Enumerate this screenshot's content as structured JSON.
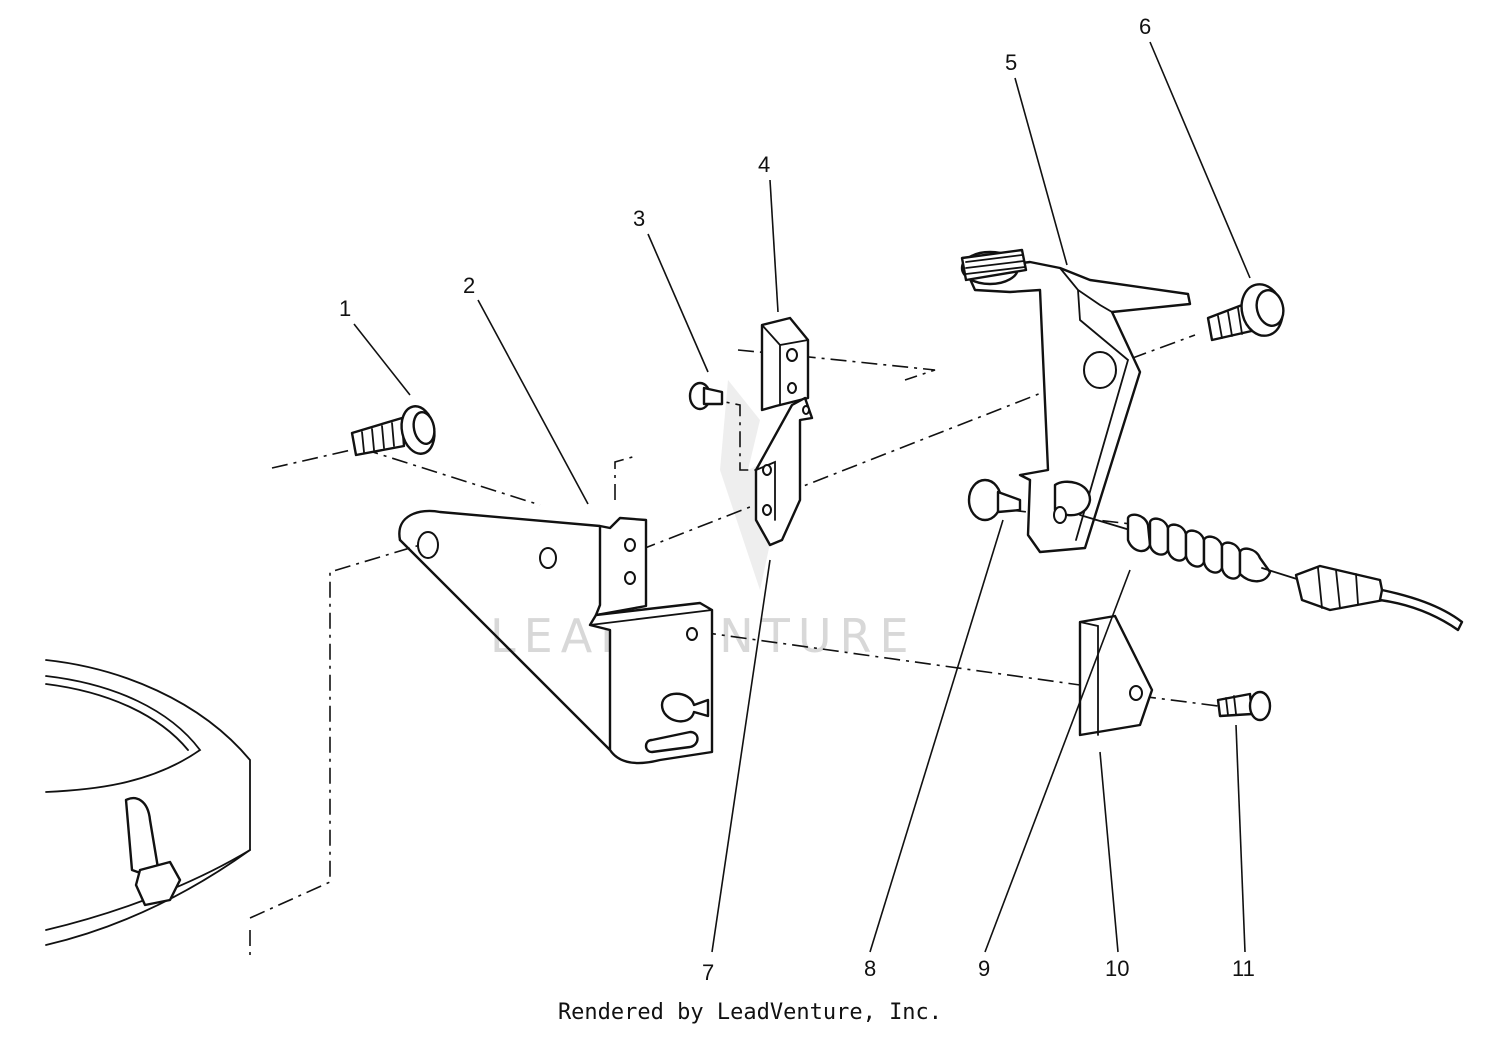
{
  "callouts": [
    {
      "id": "1",
      "label": "1"
    },
    {
      "id": "2",
      "label": "2"
    },
    {
      "id": "3",
      "label": "3"
    },
    {
      "id": "4",
      "label": "4"
    },
    {
      "id": "5",
      "label": "5"
    },
    {
      "id": "6",
      "label": "6"
    },
    {
      "id": "7",
      "label": "7"
    },
    {
      "id": "8",
      "label": "8"
    },
    {
      "id": "9",
      "label": "9"
    },
    {
      "id": "10",
      "label": "10"
    },
    {
      "id": "11",
      "label": "11"
    }
  ],
  "watermark": "LEADVENTURE",
  "footer": "Rendered by LeadVenture, Inc."
}
